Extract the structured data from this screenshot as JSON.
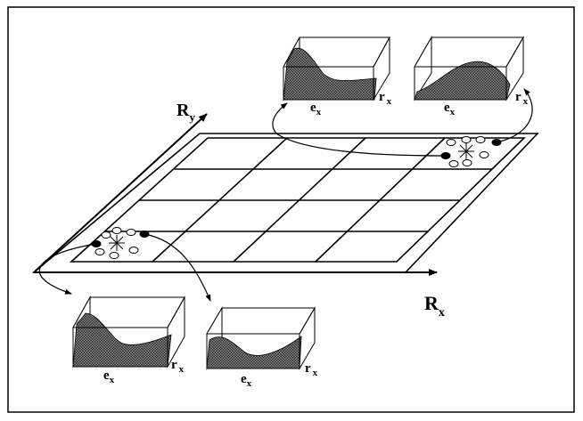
{
  "figure": {
    "labels": {
      "axis_horizontal": "R",
      "axis_horizontal_sub": "x",
      "axis_vertical": "R",
      "axis_vertical_sub": "y"
    },
    "grid": {
      "rows": 4,
      "cols": 4
    },
    "insets": [
      {
        "id": "top-left",
        "x_label": "e",
        "x_sub": "x",
        "y_label": "r",
        "y_sub": "x"
      },
      {
        "id": "top-right",
        "x_label": "e",
        "x_sub": "x",
        "y_label": "r",
        "y_sub": "x"
      },
      {
        "id": "bottom-left",
        "x_label": "e",
        "x_sub": "x",
        "y_label": "r",
        "y_sub": "x"
      },
      {
        "id": "bottom-right",
        "x_label": "e",
        "x_sub": "x",
        "y_label": "r",
        "y_sub": "x"
      }
    ],
    "clusters": [
      {
        "id": "top-right-cell",
        "open_circles": 6,
        "filled_circles": 2
      },
      {
        "id": "bottom-left-cell",
        "open_circles": 6,
        "filled_circles": 2
      }
    ],
    "colors": {
      "ink": "#000000",
      "paper": "#ffffff",
      "surface": "#3a3a3a"
    }
  }
}
